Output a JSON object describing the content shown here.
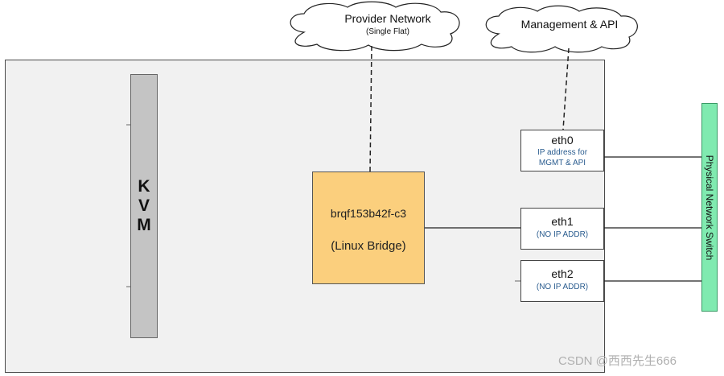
{
  "clouds": {
    "provider": {
      "title": "Provider Network",
      "subtitle": "(Single Flat)"
    },
    "management": {
      "title": "Management & API"
    }
  },
  "kvm": {
    "letters": [
      "K",
      "V",
      "M"
    ]
  },
  "bridge": {
    "name": "brqf153b42f-c3",
    "type": "(Linux Bridge)"
  },
  "nics": [
    {
      "name": "eth0",
      "sub": [
        "IP address for",
        "MGMT & API"
      ]
    },
    {
      "name": "eth1",
      "sub": [
        "(NO IP ADDR)"
      ]
    },
    {
      "name": "eth2",
      "sub": [
        "(NO IP ADDR)"
      ]
    }
  ],
  "switch": {
    "label": "Physical Network Switch"
  },
  "watermark": "CSDN @西西先生666",
  "colors": {
    "host_bg": "#f1f1f1",
    "kvm_bar": "#c4c4c4",
    "bridge": "#fbcf7d",
    "switch": "#80eab0",
    "nic_sub_text": "#2a5c8f"
  }
}
